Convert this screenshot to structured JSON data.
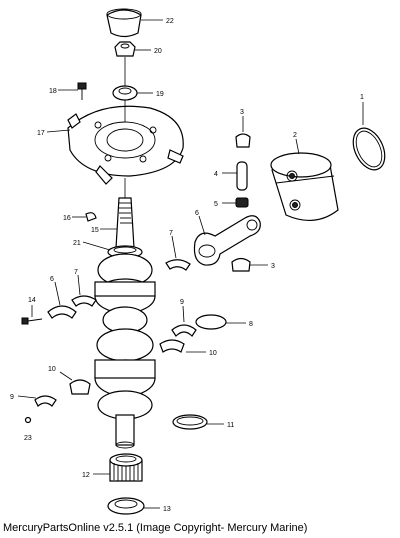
{
  "footer": {
    "caption": "MercuryPartsOnline v2.5.1 (Image Copyright- Mercury Marine)"
  },
  "callouts": {
    "c1": "1",
    "c2": "2",
    "c3a": "3",
    "c3b": "3",
    "c4": "4",
    "c5": "5",
    "c6a": "6",
    "c6b": "6",
    "c7a": "7",
    "c7b": "7",
    "c8": "8",
    "c9a": "9",
    "c9b": "9",
    "c10a": "10",
    "c10b": "10",
    "c11": "11",
    "c12": "12",
    "c13": "13",
    "c14": "14",
    "c15": "15",
    "c16": "16",
    "c17": "17",
    "c18": "18",
    "c19": "19",
    "c20": "20",
    "c21": "21",
    "c22": "22",
    "c23": "23"
  }
}
